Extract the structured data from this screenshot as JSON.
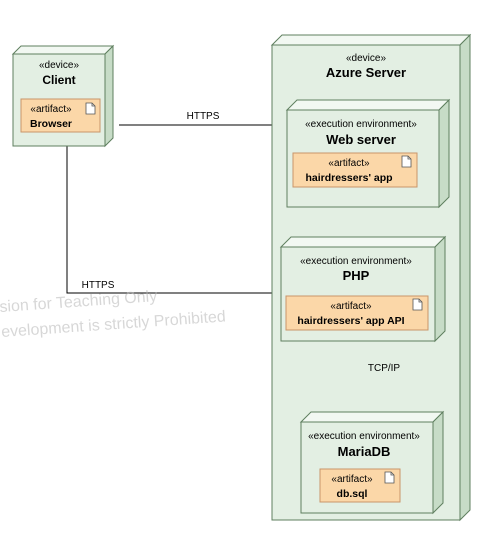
{
  "colors": {
    "node_fill": "#e3efe3",
    "node_top": "#f2f8f2",
    "node_side": "#c7dcc7",
    "node_border": "#5f7f5f",
    "artifact_fill": "#fbd7a8",
    "artifact_border": "#c8956a",
    "line": "#000000"
  },
  "nodes": {
    "client": {
      "stereotype": "«device»",
      "name": "Client",
      "artifact": {
        "stereotype": "«artifact»",
        "name": "Browser"
      }
    },
    "azure": {
      "stereotype": "«device»",
      "name": "Azure Server"
    },
    "webserver": {
      "stereotype": "«execution environment»",
      "name": "Web server",
      "artifact": {
        "stereotype": "«artifact»",
        "name": "hairdressers' app"
      }
    },
    "php": {
      "stereotype": "«execution environment»",
      "name": "PHP",
      "artifact": {
        "stereotype": "«artifact»",
        "name": "hairdressers' app API"
      }
    },
    "mariadb": {
      "stereotype": "«execution environment»",
      "name": "MariaDB",
      "artifact": {
        "stereotype": "«artifact»",
        "name": "db.sql"
      }
    }
  },
  "connections": {
    "client_web": "HTTPS",
    "client_php": "HTTPS",
    "php_db": "TCP/IP"
  },
  "watermark": {
    "line1": "sion for Teaching Only",
    "line2": "evelopment is strictly Prohibited"
  }
}
